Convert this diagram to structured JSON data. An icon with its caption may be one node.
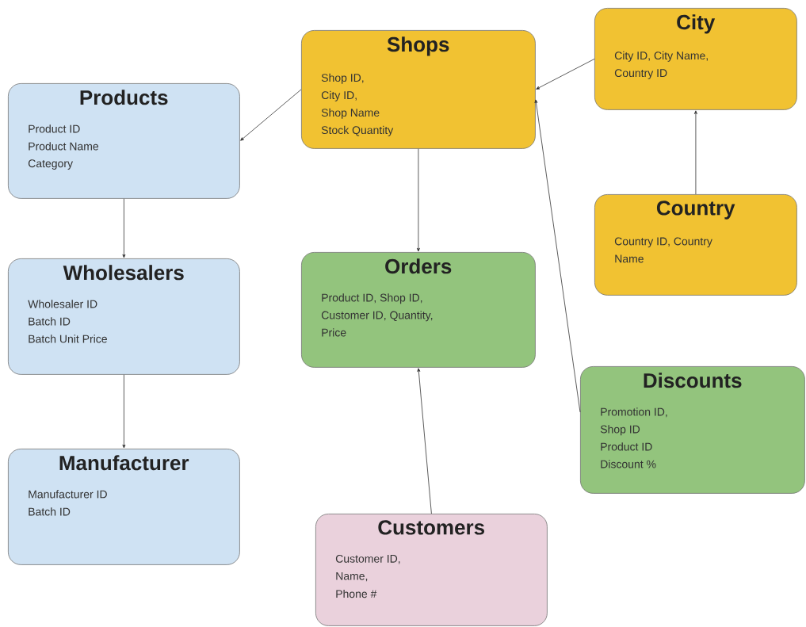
{
  "diagram": {
    "nodes": [
      {
        "text": [
          "Shops",
          "Shop ID,",
          "City ID,",
          "Shop Name",
          "Stock Quantity"
        ]
      },
      {
        "text": [
          "City",
          "City ID, City Name, Country ID"
        ]
      },
      {
        "text": [
          "Products",
          "Product ID",
          "Product Name",
          "Category"
        ]
      },
      {
        "text": [
          "Country",
          "Country ID, Country Name"
        ]
      },
      {
        "text": [
          "Wholesalers",
          "Wholesaler ID",
          "Batch ID",
          "Batch Unit Price"
        ]
      },
      {
        "text": [
          "Orders",
          "Product ID, Shop ID, Customer ID, Quantity, Price"
        ]
      },
      {
        "text": [
          "Discounts",
          "Promotion ID,",
          "Shop ID",
          "Product ID",
          "Discount %"
        ]
      },
      {
        "text": [
          "Manufacturer",
          "Manufacturer ID",
          "Batch ID"
        ]
      },
      {
        "text": [
          "Customers",
          "Customer ID,",
          "Name,",
          "Phone #"
        ]
      }
    ],
    "edges": [
      {
        "from": 1,
        "to": 0,
        "arrow": "to"
      },
      {
        "from": 0,
        "to": 2,
        "arrow": "to"
      },
      {
        "from": 0,
        "to": 5,
        "arrow": "to"
      },
      {
        "from": 3,
        "to": 1,
        "arrow": "to"
      },
      {
        "from": 2,
        "to": 4,
        "arrow": "to"
      },
      {
        "from": 4,
        "to": 7,
        "arrow": "to"
      },
      {
        "from": 6,
        "to": 0,
        "arrow": "to"
      },
      {
        "from": 8,
        "to": 5,
        "arrow": "to"
      }
    ]
  }
}
